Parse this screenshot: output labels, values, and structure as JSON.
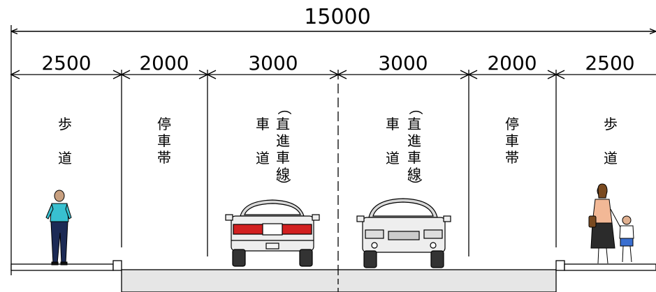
{
  "total_width": "15000",
  "segments": [
    {
      "id": "sidewalk-left",
      "dimension": "2500",
      "label_lines": [
        "歩",
        "",
        "道"
      ]
    },
    {
      "id": "parking-left",
      "dimension": "2000",
      "label_lines": [
        "停",
        "車",
        "帯"
      ]
    },
    {
      "id": "lane-left",
      "dimension": "3000",
      "label_main": [
        "車",
        "",
        "道"
      ],
      "label_paren": [
        "（",
        "直",
        "進",
        "車",
        "線",
        "）"
      ]
    },
    {
      "id": "lane-right",
      "dimension": "3000",
      "label_main": [
        "車",
        "",
        "道"
      ],
      "label_paren": [
        "（",
        "直",
        "進",
        "車",
        "線",
        "）"
      ]
    },
    {
      "id": "parking-right",
      "dimension": "2000",
      "label_lines": [
        "停",
        "車",
        "帯"
      ]
    },
    {
      "id": "sidewalk-right",
      "dimension": "2500",
      "label_lines": [
        "歩",
        "",
        "道"
      ]
    }
  ],
  "colors": {
    "line": "#000000",
    "road_fill": "#e6e6e6",
    "shirt_teal": "#38c0d0",
    "pants_navy": "#1c2a55",
    "woman_dress": "#f2b896",
    "child_shirt": "#ffffff",
    "child_shorts": "#3a6fd0",
    "taillight": "#d22020"
  }
}
